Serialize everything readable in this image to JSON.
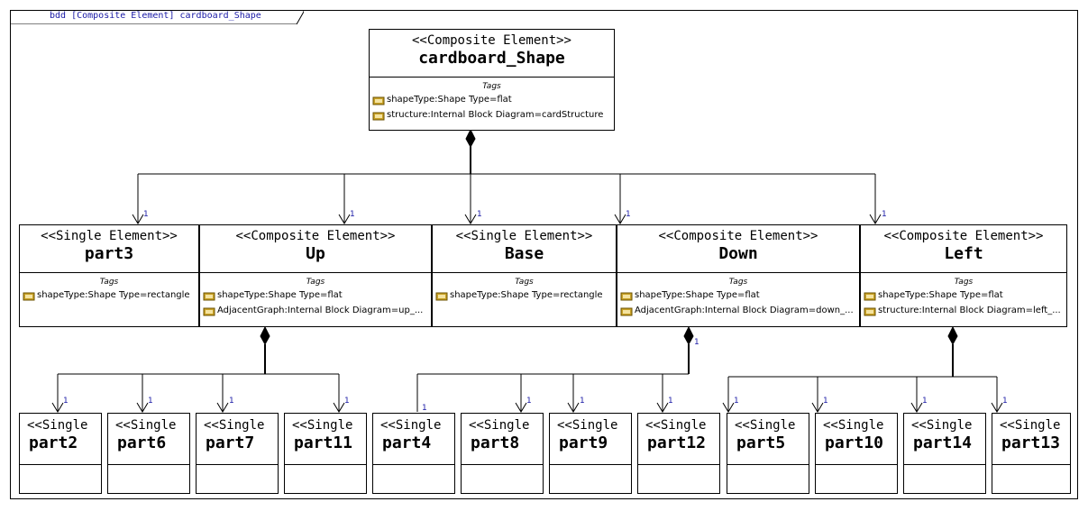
{
  "frame": {
    "label": "bdd [Composite Element] cardboard_Shape"
  },
  "tags_title": "Tags",
  "root": {
    "stereotype": "<<Composite Element>>",
    "name": "cardboard_Shape",
    "tags": [
      "shapeType:Shape Type=flat",
      "structure:Internal Block Diagram=cardStructure"
    ]
  },
  "mid": [
    {
      "stereotype": "<<Single Element>>",
      "name": "part3",
      "tags": [
        "shapeType:Shape Type=rectangle"
      ]
    },
    {
      "stereotype": "<<Composite Element>>",
      "name": "Up",
      "tags": [
        "shapeType:Shape Type=flat",
        "AdjacentGraph:Internal Block Diagram=up_..."
      ]
    },
    {
      "stereotype": "<<Single Element>>",
      "name": "Base",
      "tags": [
        "shapeType:Shape Type=rectangle"
      ]
    },
    {
      "stereotype": "<<Composite Element>>",
      "name": "Down",
      "tags": [
        "shapeType:Shape Type=flat",
        "AdjacentGraph:Internal Block Diagram=down_..."
      ]
    },
    {
      "stereotype": "<<Composite Element>>",
      "name": "Left",
      "tags": [
        "shapeType:Shape Type=flat",
        "structure:Internal Block Diagram=left_..."
      ]
    }
  ],
  "leaves": [
    {
      "stereotype": "<<Single",
      "name": "part2"
    },
    {
      "stereotype": "<<Single",
      "name": "part6"
    },
    {
      "stereotype": "<<Single",
      "name": "part7"
    },
    {
      "stereotype": "<<Single",
      "name": "part11"
    },
    {
      "stereotype": "<<Single",
      "name": "part4"
    },
    {
      "stereotype": "<<Single",
      "name": "part8"
    },
    {
      "stereotype": "<<Single",
      "name": "part9"
    },
    {
      "stereotype": "<<Single",
      "name": "part12"
    },
    {
      "stereotype": "<<Single",
      "name": "part5"
    },
    {
      "stereotype": "<<Single",
      "name": "part10"
    },
    {
      "stereotype": "<<Single",
      "name": "part14"
    },
    {
      "stereotype": "<<Single",
      "name": "part13"
    }
  ],
  "multiplicity": "1",
  "colors": {
    "line": "#000000",
    "multiplicity": "#1a1aa6",
    "tag_icon": "#c9a227"
  }
}
